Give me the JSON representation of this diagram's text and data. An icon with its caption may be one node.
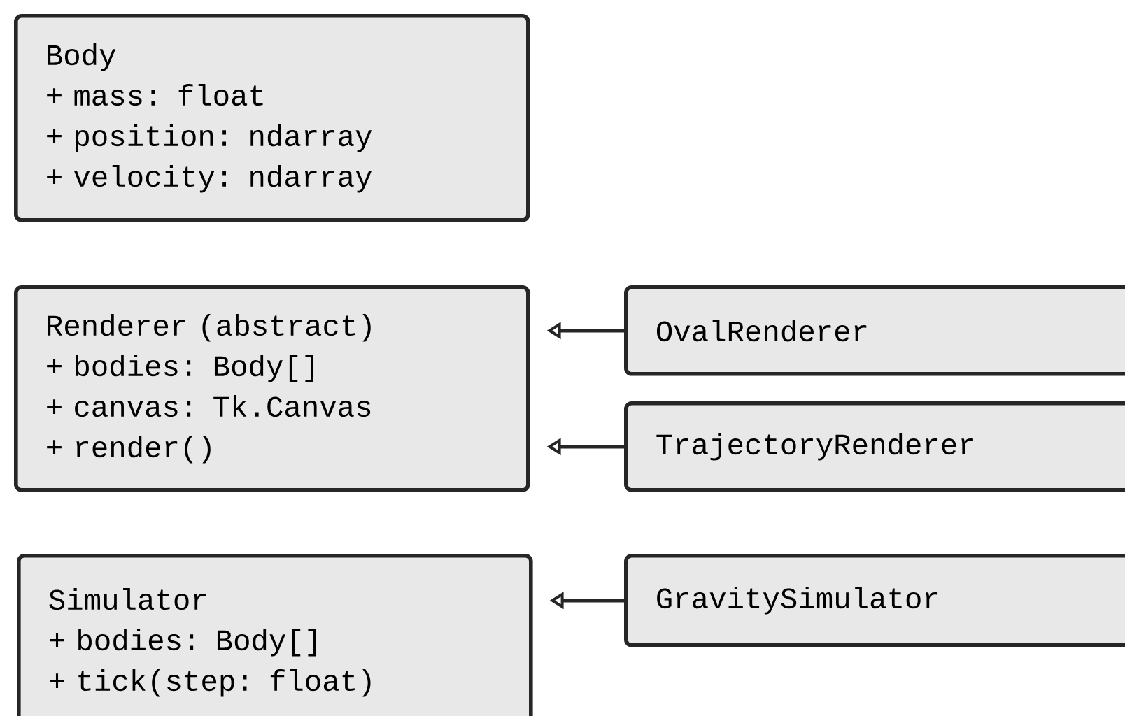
{
  "diagram": {
    "nodes": [
      {
        "text": [
          "Body",
          "+ mass: float",
          "+ position: ndarray",
          "+ velocity: ndarray"
        ]
      },
      {
        "text": [
          "Renderer (abstract)",
          "+ bodies: Body[]",
          "+ canvas: Tk.Canvas",
          "+ render()"
        ]
      },
      {
        "text": [
          "OvalRenderer"
        ]
      },
      {
        "text": [
          "TrajectoryRenderer"
        ]
      },
      {
        "text": [
          "Simulator",
          "+ bodies: Body[]",
          "+ tick(step: float)"
        ]
      },
      {
        "text": [
          "GravitySimulator"
        ]
      }
    ],
    "edges": [
      {
        "from": 2,
        "to": 1,
        "arrow": "to"
      },
      {
        "from": 3,
        "to": 1,
        "arrow": "to"
      },
      {
        "from": 5,
        "to": 4,
        "arrow": "to"
      }
    ]
  }
}
